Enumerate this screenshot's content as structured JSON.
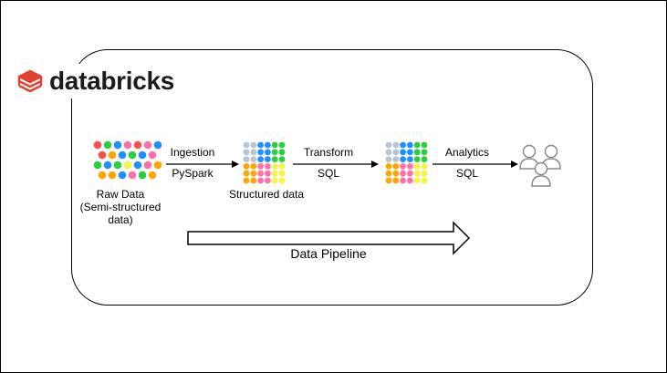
{
  "brand": {
    "name": "databricks",
    "icon": "databricks-logo-icon",
    "color": "#e2412f"
  },
  "stages": {
    "raw": {
      "line1": "Raw Data",
      "line2": "(Semi-structured",
      "line3": "data)"
    },
    "structured": {
      "label": "Structured data"
    },
    "analytics_users_icon": "users-icon"
  },
  "arrows": {
    "ingestion": {
      "top": "Ingestion",
      "bottom": "PySpark"
    },
    "transform": {
      "top": "Transform",
      "bottom": "SQL"
    },
    "analytics": {
      "top": "Analytics",
      "bottom": "SQL"
    }
  },
  "pipeline": {
    "label": "Data Pipeline"
  },
  "colors": {
    "red": "#ff4d4d",
    "green": "#2ecc40",
    "blue": "#1e90ff",
    "pink": "#ff6fa8",
    "orange": "#ffa500",
    "yellow": "#f5f542",
    "gray": "#b8c4d0",
    "user_stroke": "#8a8a8a"
  }
}
